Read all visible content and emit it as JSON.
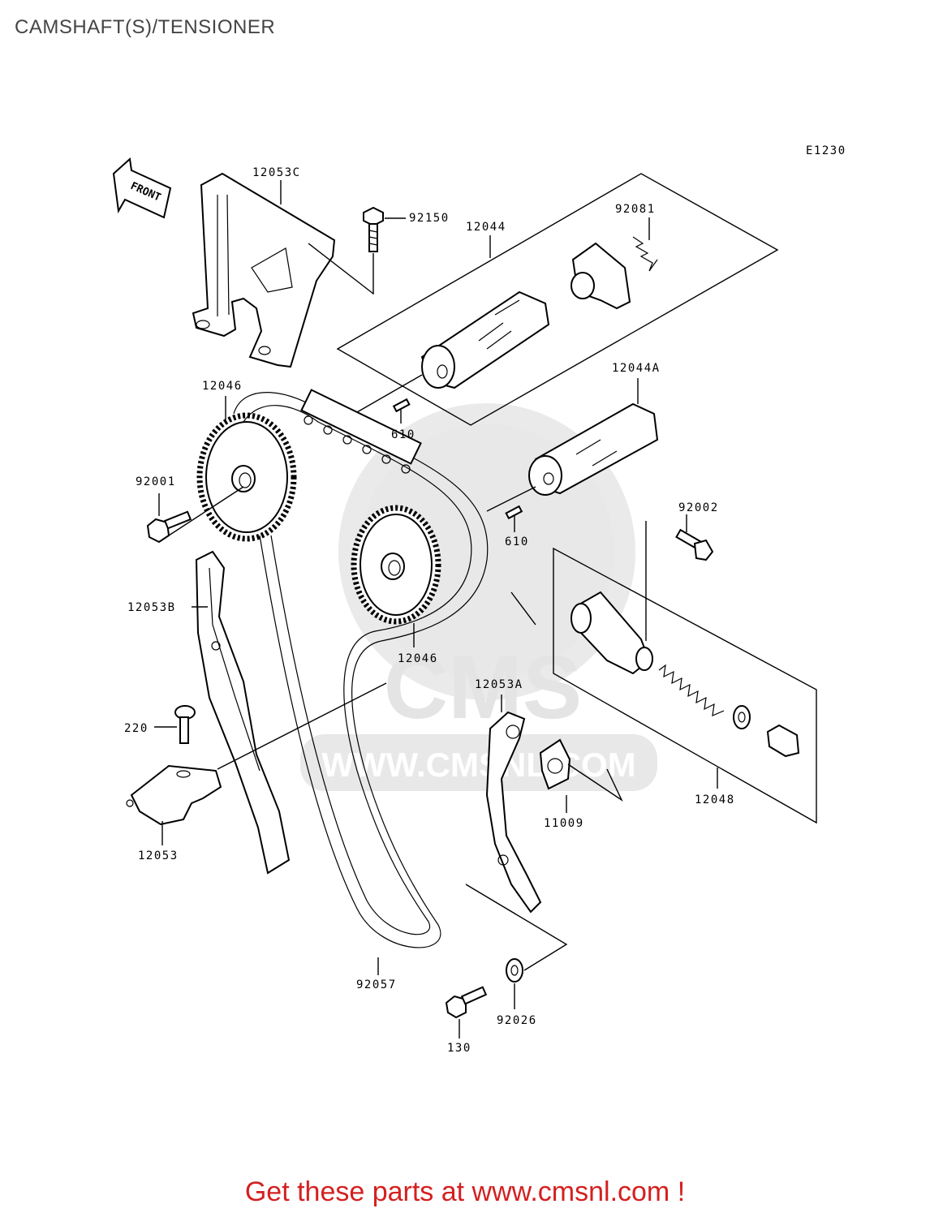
{
  "page": {
    "title": "CAMSHAFT(S)/TENSIONER",
    "footer": "Get these parts at www.cmsnl.com !"
  },
  "diagram": {
    "figure_code": "E1230",
    "front_marker": "FRONT",
    "watermark": {
      "brand": "CMS",
      "url": "WWW.CMSNL.COM"
    },
    "callouts": {
      "c12053C": "12053C",
      "c92150": "92150",
      "c12044": "12044",
      "c92081": "92081",
      "c12046_top": "12046",
      "c12044A": "12044A",
      "c610_a": "610",
      "c92001": "92001",
      "c92002": "92002",
      "c610_b": "610",
      "c12053B": "12053B",
      "c12046_mid": "12046",
      "c12053A": "12053A",
      "c220": "220",
      "c12053": "12053",
      "c11009": "11009",
      "c12048": "12048",
      "c92057": "92057",
      "c92026": "92026",
      "c130": "130"
    }
  }
}
